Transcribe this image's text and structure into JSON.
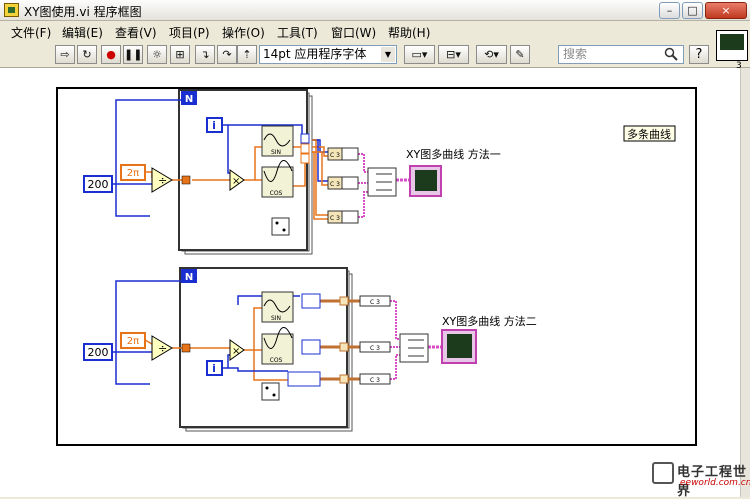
{
  "window": {
    "title": "XY图使用.vi 程序框图",
    "min_glyph": "–",
    "max_glyph": "□",
    "close_glyph": "×"
  },
  "menu": [
    "文件(F)",
    "编辑(E)",
    "查看(V)",
    "项目(P)",
    "操作(O)",
    "工具(T)",
    "窗口(W)",
    "帮助(H)"
  ],
  "toolbar": {
    "font": "14pt 应用程序字体",
    "search_placeholder": "搜索",
    "help": "?"
  },
  "vi_icon_number": "3",
  "diagram": {
    "constant_top": "200",
    "constant_bottom": "200",
    "two_pi": "2π",
    "loop_label": "N",
    "index_label": "i",
    "sin_label": "SIN",
    "cos_label": "COS",
    "cluster_label": "C 3",
    "graph1_label": "XY图多曲线 方法一",
    "graph2_label": "XY图多曲线 方法二",
    "comment": "多条曲线"
  },
  "watermark": {
    "text": "电子工程世界",
    "sub": "eeworld.com.cn"
  },
  "colors": {
    "wire_int": "#1a2fd0",
    "wire_dbl": "#e8741a",
    "wire_cluster": "#c07030",
    "wire_array": "#d84cc8",
    "graph_bg": "#e8c6e8"
  }
}
